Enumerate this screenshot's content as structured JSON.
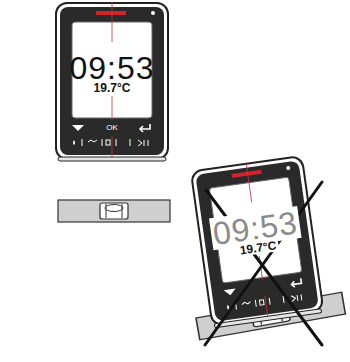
{
  "diagram": {
    "labels": [
      "09:53",
      "19.7°C",
      "OK",
      "09:53",
      "19.7°C"
    ]
  }
}
